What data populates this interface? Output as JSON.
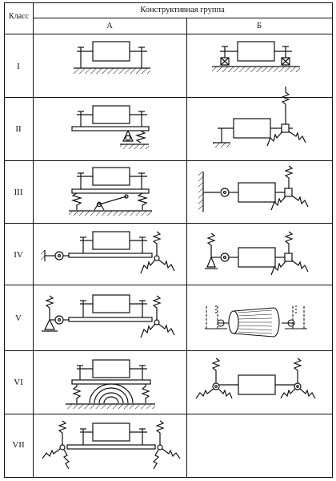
{
  "header": {
    "class_label": "Класс",
    "group_label": "Конструктивная группа",
    "col_a": "А",
    "col_b": "Б"
  },
  "rows": [
    {
      "class": "I"
    },
    {
      "class": "II"
    },
    {
      "class": "III"
    },
    {
      "class": "IV"
    },
    {
      "class": "V"
    },
    {
      "class": "VI"
    },
    {
      "class": "VII"
    }
  ]
}
